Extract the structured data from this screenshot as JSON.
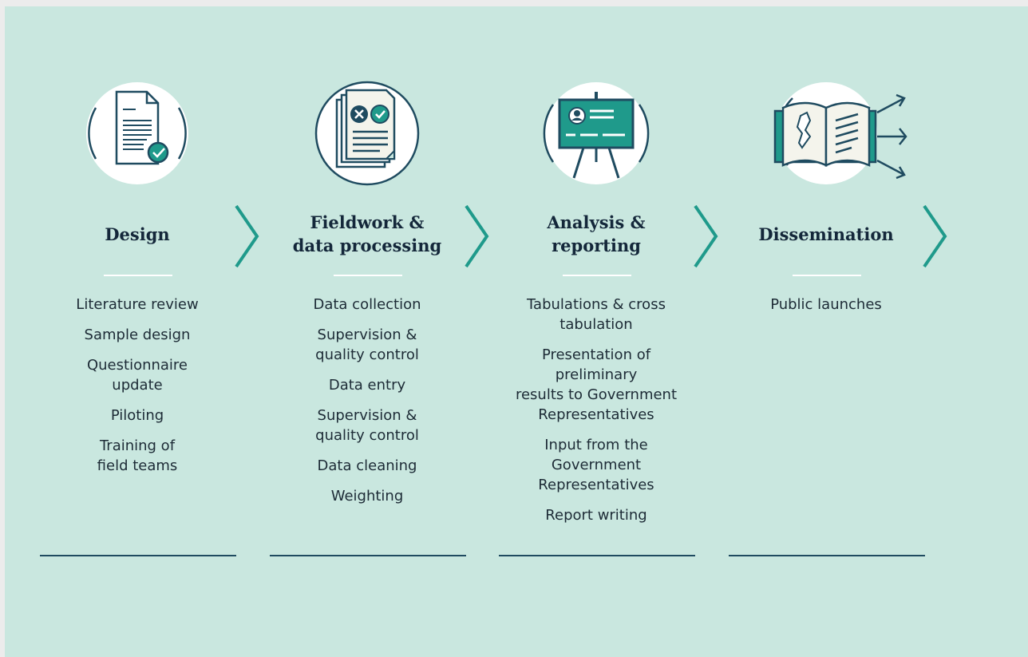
{
  "stages": [
    {
      "icon": "document-check-icon",
      "title": "Design",
      "items": [
        "Literature review",
        "Sample design",
        "Questionnaire\nupdate",
        "Piloting",
        "Training of\nfield teams"
      ]
    },
    {
      "icon": "forms-review-icon",
      "title": "Fieldwork &\ndata processing",
      "items": [
        "Data collection",
        "Supervision &\nquality control",
        "Data entry",
        "Supervision &\nquality control",
        "Data cleaning",
        "Weighting"
      ]
    },
    {
      "icon": "presentation-board-icon",
      "title": "Analysis &\nreporting",
      "items": [
        "Tabulations & cross\ntabulation",
        "Presentation of preliminary\nresults to Government\nRepresentatives",
        "Input from the Government\nRepresentatives",
        "Report writing"
      ]
    },
    {
      "icon": "open-book-map-icon",
      "title": "Dissemination",
      "items": [
        "Public launches"
      ]
    }
  ],
  "colors": {
    "background": "#c9e7df",
    "accent": "#1f9a8b",
    "dark": "#1f4b60"
  }
}
